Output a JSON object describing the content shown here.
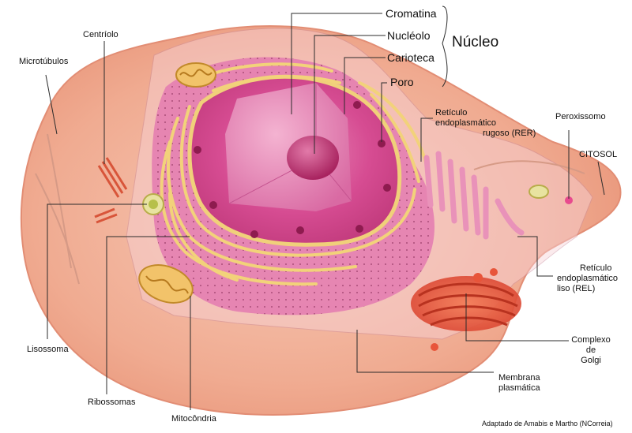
{
  "labels": {
    "cromatina": "Cromatina",
    "nucleolo": "Nucléolo",
    "carioteca": "Carioteca",
    "poro": "Poro",
    "nucleo": "Núcleo",
    "centriolo": "Centríolo",
    "microtubulos": "Microtúbulos",
    "rer_line1": "Retículo",
    "rer_line2": "endoplasmático",
    "rer_line3": "rugoso (RER)",
    "peroxissomo": "Peroxissomo",
    "citosol": "CITOSOL",
    "rel_line1": "Retículo",
    "rel_line2": "endoplasmático",
    "rel_line3": "liso (REL)",
    "lisossoma": "Lisossoma",
    "golgi_line1": "Complexo",
    "golgi_line2": "de",
    "golgi_line3": "Golgi",
    "membrana_line1": "Membrana",
    "membrana_line2": "plasmática",
    "ribossomas": "Ribossomas",
    "mitocondria": "Mitocôndria"
  },
  "credit": "Adaptado de Amabis e Martho (NCorreia)",
  "colors": {
    "cytoplasm": "#f2b59c",
    "nucleus": "#d9438a",
    "reticulum": "#f2d27a",
    "golgi": "#e8553a"
  }
}
